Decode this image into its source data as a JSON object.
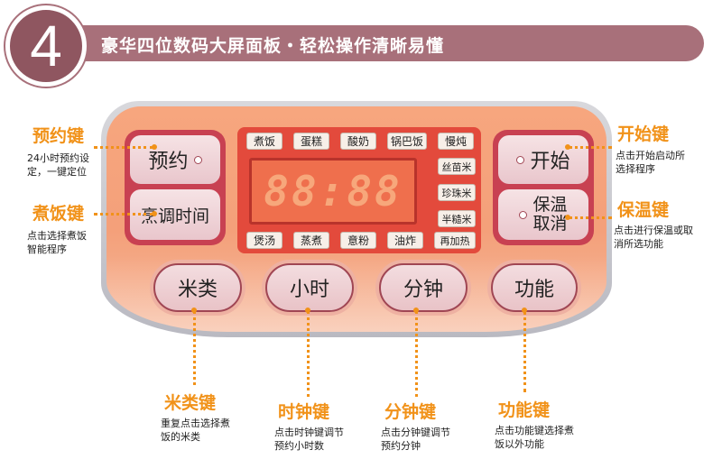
{
  "header": {
    "number": "4",
    "title": "豪华四位数码大屏面板・轻松操作清晰易懂"
  },
  "display": {
    "segments": "88:88",
    "menu_row_top": [
      "煮饭",
      "蛋糕",
      "酸奶",
      "锅巴饭",
      "慢炖"
    ],
    "menu_col_right": [
      "丝苗米",
      "珍珠米",
      "半糙米"
    ],
    "menu_row_bottom": [
      "煲汤",
      "蒸煮",
      "意粉",
      "油炸",
      "再加热"
    ]
  },
  "buttons": {
    "reserve": "预约",
    "cook_time": "烹调时间",
    "start": "开始",
    "keep_warm": "保温",
    "cancel": "取消",
    "rice_type": "米类",
    "hour": "小时",
    "minute": "分钟",
    "function": "功能"
  },
  "callouts": {
    "reserve": {
      "title": "预约键",
      "desc": "24小时预约设定，一键定位"
    },
    "cook": {
      "title": "煮饭键",
      "desc": "点击选择煮饭智能程序"
    },
    "start": {
      "title": "开始键",
      "desc": "点击开始启动所选择程序"
    },
    "warm": {
      "title": "保温键",
      "desc": "点击进行保温或取消所选功能"
    },
    "rice": {
      "title": "米类键",
      "desc": "重复点击选择煮饭的米类"
    },
    "hour": {
      "title": "时钟键",
      "desc": "点击时钟键调节预约小时数"
    },
    "minute": {
      "title": "分钟键",
      "desc": "点击分钟键调节预约分钟"
    },
    "function": {
      "title": "功能键",
      "desc": "点击功能键选择煮饭以外功能"
    }
  },
  "colors": {
    "accent": "#f19219",
    "banner": "#a8707a",
    "panel": "#f4a07a",
    "button_rim": "#c84152"
  }
}
